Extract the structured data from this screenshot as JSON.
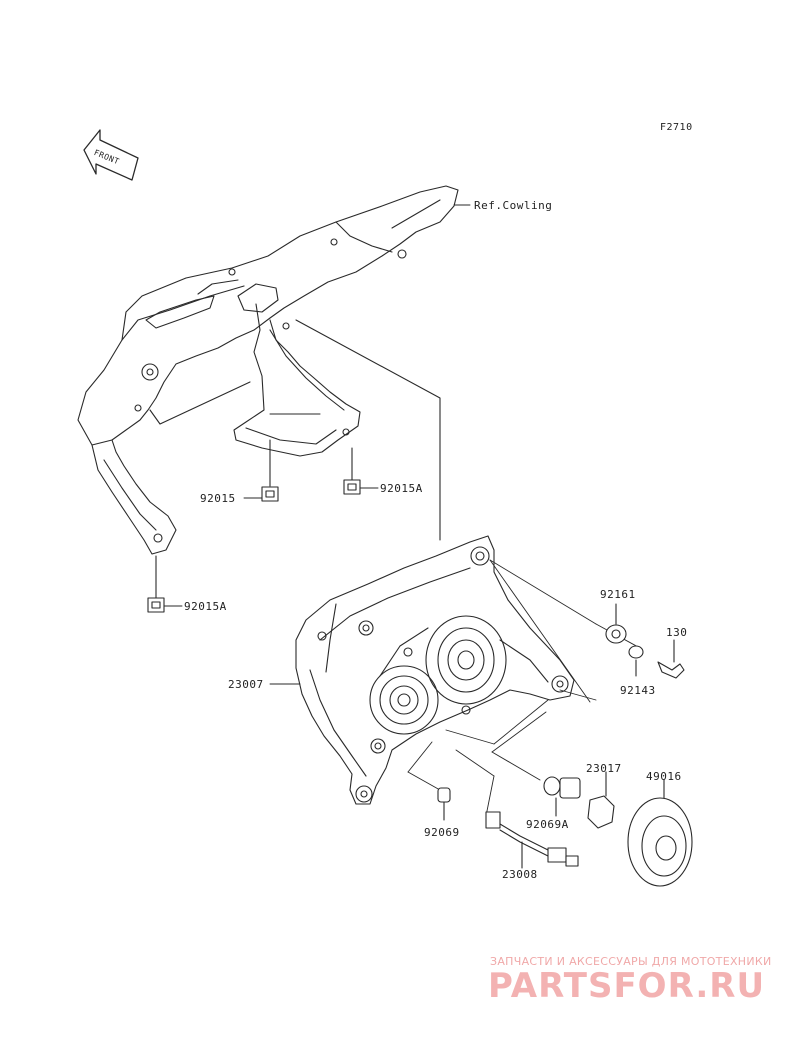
{
  "diagram": {
    "code": "F2710",
    "front_arrow_text": "FRONT",
    "ref_label": "Ref.Cowling",
    "parts": {
      "p92015": "92015",
      "p92015a_1": "92015A",
      "p92015a_2": "92015A",
      "p92161": "92161",
      "p130": "130",
      "p92143": "92143",
      "p23007": "23007",
      "p23017": "23017",
      "p49016": "49016",
      "p92069": "92069",
      "p92069a": "92069A",
      "p23008": "23008"
    }
  },
  "watermark": {
    "tagline": "ЗАПЧАСТИ И АКСЕССУАРЫ ДЛЯ МОТОТЕХНИКИ",
    "logo": "PARTSFOR.RU",
    "color": "#f3b2b2"
  },
  "colors": {
    "line": "#2a2a2a",
    "background": "#ffffff"
  }
}
